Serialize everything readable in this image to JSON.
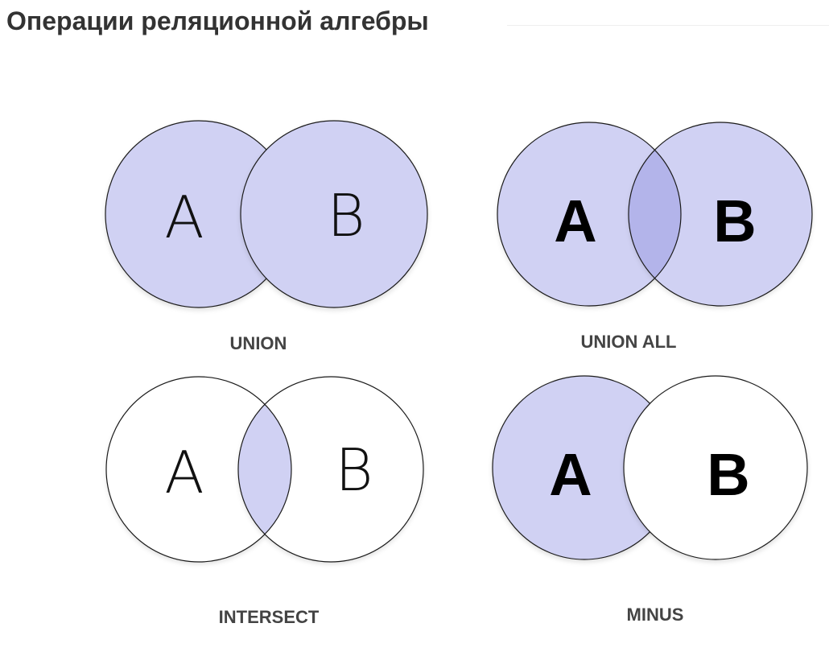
{
  "title": "Операции реляционной алгебры",
  "colors": {
    "fill": "#d0d1f3",
    "overlap": "#b3b4ea",
    "stroke": "#1a1a1a",
    "background": "#ffffff"
  },
  "diagrams": {
    "union": {
      "caption": "UNION",
      "left_label": "A",
      "right_label": "B",
      "shaded": "A ∪ B"
    },
    "union_all": {
      "caption": "UNION ALL",
      "left_label": "A",
      "right_label": "B",
      "shaded": "A, B, A ∩ B darker"
    },
    "intersect": {
      "caption": "INTERSECT",
      "left_label": "A",
      "right_label": "B",
      "shaded": "A ∩ B"
    },
    "minus": {
      "caption": "MINUS",
      "left_label": "A",
      "right_label": "B",
      "shaded": "A − B"
    }
  }
}
